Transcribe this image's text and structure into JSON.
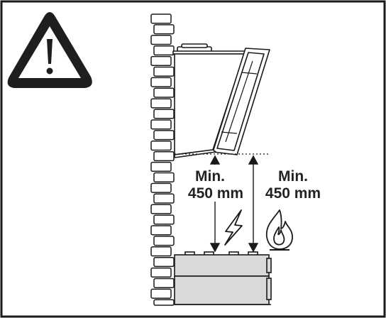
{
  "left_clearance": {
    "line1": "Min.",
    "line2": "450 mm"
  },
  "right_clearance": {
    "line1": "Min.",
    "line2": "450 mm"
  },
  "icons": {
    "warning": "warning-triangle-icon",
    "electric": "lightning-bolt-icon",
    "gas": "gas-flame-icon"
  },
  "colors": {
    "stroke": "#1a1a1a",
    "hob_fill": "#d9d9d9",
    "warning_fill": "#1e1e1e"
  }
}
